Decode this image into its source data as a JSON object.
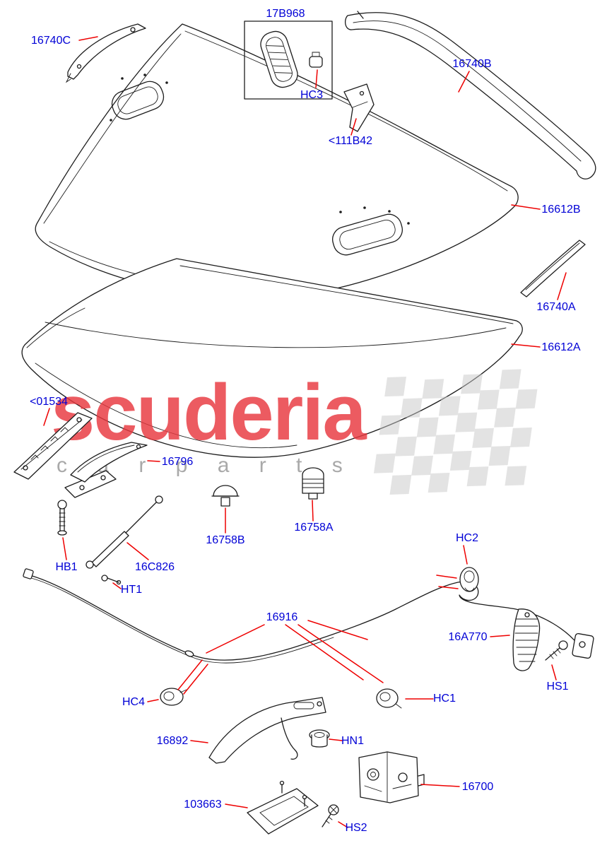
{
  "watermark": {
    "brand": "scuderia",
    "subtitle": "c a r   p a r t s",
    "brand_color": "#e8383f",
    "flag_color": "#c9c9c9"
  },
  "colors": {
    "label_blue": "#0000d6",
    "leader_red": "#ee0000",
    "line_ink": "#1c1c1c"
  },
  "labels": {
    "p16740C": "16740C",
    "p17B968": "17B968",
    "pHC3": "HC3",
    "p111B42": "<111B42",
    "p16740B": "16740B",
    "p16612B": "16612B",
    "p16740A": "16740A",
    "p16612A": "16612A",
    "p01534": "<01534",
    "p16796": "16796",
    "pHB1": "HB1",
    "p16C826": "16C826",
    "pHT1": "HT1",
    "p16758B": "16758B",
    "p16758A": "16758A",
    "p16916": "16916",
    "pHC2": "HC2",
    "p16A770": "16A770",
    "pHS1": "HS1",
    "pHC4": "HC4",
    "pHC1": "HC1",
    "p16892": "16892",
    "pHN1": "HN1",
    "p16700": "16700",
    "p103663": "103663",
    "pHS2": "HS2"
  }
}
